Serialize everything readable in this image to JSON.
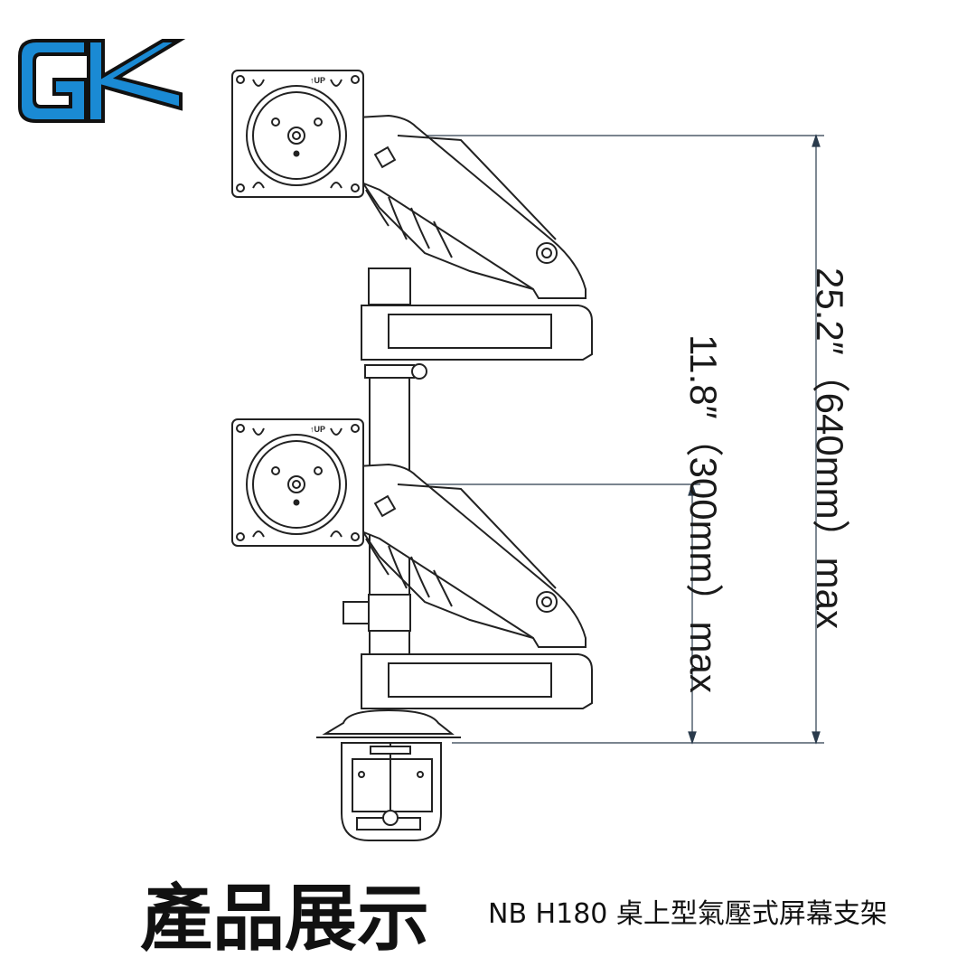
{
  "logo": {
    "text": "GK",
    "color": "#1a8ad4",
    "outline": "#111111"
  },
  "product": {
    "name": "NB H180",
    "title": "產品展示",
    "subtitle": "NB H180 桌上型氣壓式屏幕支架"
  },
  "mount": {
    "up_label": "UP"
  },
  "dimensions": {
    "total_height": "25.2″（640mm）max",
    "arm_spacing": "11.8″（300mm）max"
  },
  "colors": {
    "line": "#222222",
    "dim_line": "#2a3b4c",
    "fill": "#ffffff"
  }
}
